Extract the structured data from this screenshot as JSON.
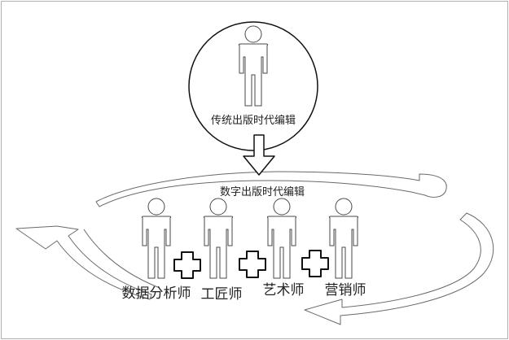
{
  "traditional_editor": {
    "label": "传统出版时代编辑"
  },
  "digital_editor": {
    "label": "数字出版时代编辑"
  },
  "roles": [
    {
      "label": "数据分析师"
    },
    {
      "label": "工匠师"
    },
    {
      "label": "艺术师"
    },
    {
      "label": "营销师"
    }
  ],
  "colors": {
    "stroke": "#4a4a4a",
    "loop_stroke": "#6a6a6a",
    "text": "#222222",
    "border": "#b0b0b0"
  }
}
